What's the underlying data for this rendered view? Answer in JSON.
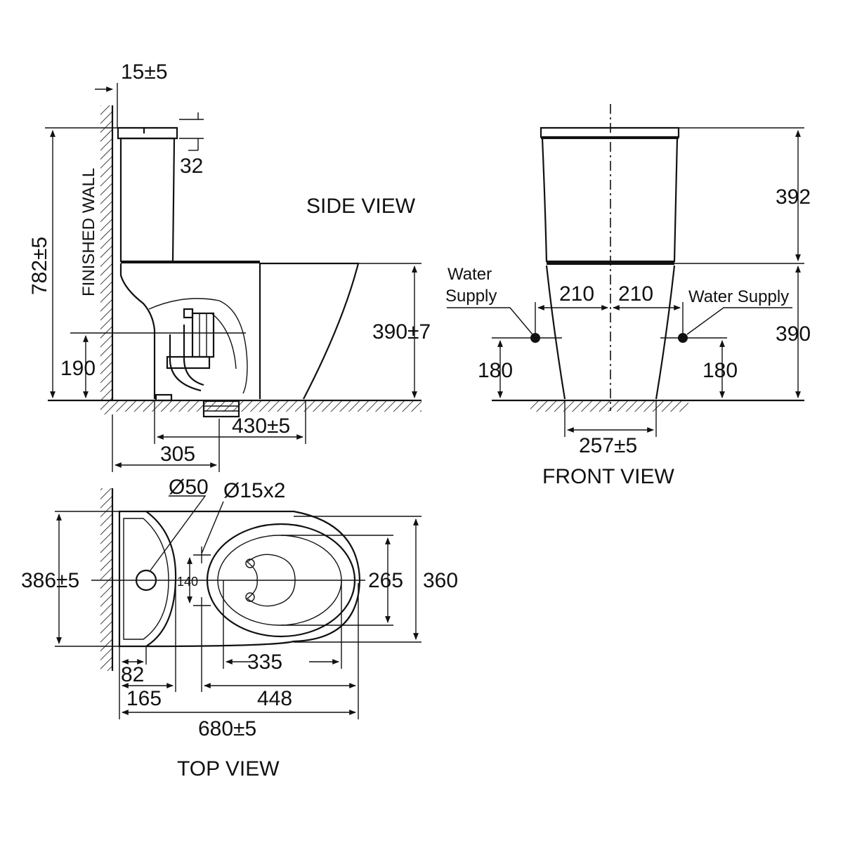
{
  "views": {
    "side": "SIDE VIEW",
    "front": "FRONT VIEW",
    "top": "TOP VIEW"
  },
  "labels": {
    "finished_wall": "FINISHED WALL",
    "water_supply_left": "Water Supply",
    "water_supply_left_line1": "Water",
    "water_supply_left_line2": "Supply",
    "water_supply_right": "Water Supply"
  },
  "dims": {
    "side": {
      "wall_gap": "15±5",
      "lid_thickness": "32",
      "total_height": "782±5",
      "bowl_height": "390±7",
      "outlet_height": "190",
      "projection": "430±5",
      "outlet_centre": "305"
    },
    "front": {
      "tank_height": "392",
      "bowl_height": "390",
      "half_width_left": "210",
      "half_width_right": "210",
      "supply_left_height": "180",
      "supply_right_height": "180",
      "base_width": "257±5"
    },
    "top": {
      "outlet_dia": "Ø50",
      "fixing_holes": "Ø15x2",
      "tank_width": "386±5",
      "hole_spacing": "140",
      "seat_width": "265",
      "bowl_width": "360",
      "seat_length": "335",
      "tank_depth": "82",
      "outlet_offset": "165",
      "bowl_length": "448",
      "total_length": "680±5"
    }
  }
}
